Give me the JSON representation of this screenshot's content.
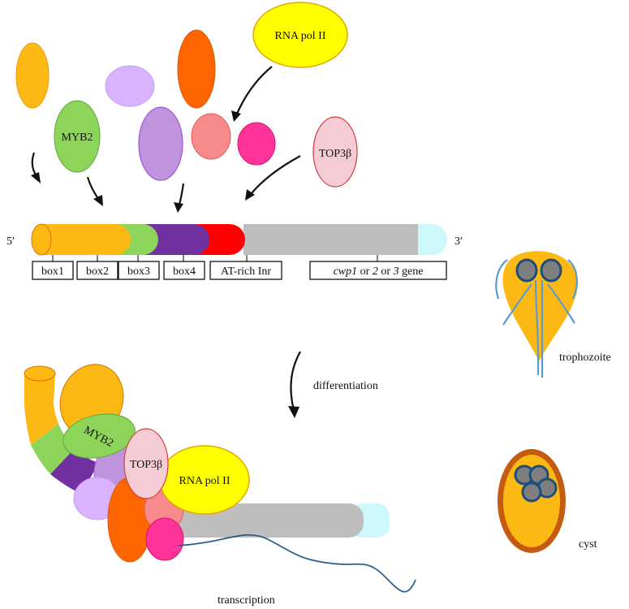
{
  "labels": {
    "rna_pol_top": "RNA pol II",
    "myb2_top": "MYB2",
    "top3b_top": "TOP3β",
    "five_prime": "5′",
    "three_prime": "3′",
    "box1": "box1",
    "box2": "box2",
    "box3": "box3",
    "box4": "box4",
    "inr": "AT-rich Inr",
    "gene_cwp1": "cwp1",
    "gene_or1": " or ",
    "gene_2": "2",
    "gene_or2": " or ",
    "gene_3": "3",
    "gene_suffix": " gene",
    "differentiation": "differentiation",
    "trophozoite": "trophozoite",
    "cyst": "cyst",
    "myb2_bottom": "MYB2",
    "top3b_bottom": "TOP3β",
    "rna_pol_bottom": "RNA pol II",
    "transcription": "transcription"
  },
  "colors": {
    "orange_yellow": "#FDB913",
    "dark_orange": "#FF6600",
    "light_purple": "#D9B3FF",
    "purple": "#C093DD",
    "salmon": "#F78A8A",
    "pink": "#FF3399",
    "green": "#8CD45A",
    "pale_pink": "#F5CCD6",
    "yellow": "#FFFF00",
    "deep_purple": "#7030A0",
    "red": "#FF0000",
    "gray": "#BEBEBE",
    "cyan": "#CCF8FC",
    "cell_blue": "#5B9BD5",
    "nucleus_gray": "#7F7F7F",
    "nucleus_border": "#1F4E79",
    "cyst_wall": "#C55A11"
  }
}
